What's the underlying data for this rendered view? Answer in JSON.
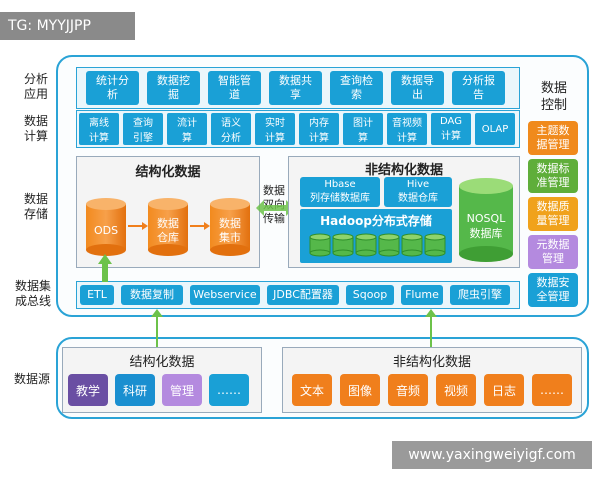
{
  "watermark_top": "TG: MYYJJPP",
  "watermark_bottom": "www.yaxingweiyigf.com",
  "row_labels": {
    "analysis_app": [
      "分析",
      "应用"
    ],
    "data_compute": [
      "数据",
      "计算"
    ],
    "data_storage": [
      "数据",
      "存储"
    ],
    "data_bus": [
      "数据集",
      "成总线"
    ],
    "data_source": "数据源"
  },
  "analysis_apps": [
    [
      "统计分",
      "析"
    ],
    [
      "数据挖",
      "掘"
    ],
    [
      "智能管",
      "道"
    ],
    [
      "数据共",
      "享"
    ],
    [
      "查询检",
      "索"
    ],
    [
      "数据导",
      "出"
    ],
    [
      "分析报",
      "告"
    ]
  ],
  "compute_items": [
    [
      "离线",
      "计算"
    ],
    [
      "查询",
      "引擎"
    ],
    [
      "流计",
      "算"
    ],
    [
      "语义",
      "分析"
    ],
    [
      "实时",
      "计算"
    ],
    [
      "内存",
      "计算"
    ],
    [
      "图计",
      "算"
    ],
    [
      "音视频",
      "计算"
    ],
    [
      "DAG",
      "计算"
    ],
    [
      "OLAP",
      ""
    ]
  ],
  "structured_storage": {
    "title": "结构化数据",
    "cylinders": [
      [
        "ODS",
        ""
      ],
      [
        "数据",
        "仓库"
      ],
      [
        "数据",
        "集市"
      ]
    ]
  },
  "bidirectional": [
    "数据",
    "双向",
    "传输"
  ],
  "unstructured_storage": {
    "title": "非结构化数据",
    "hbase": [
      "Hbase",
      "列存储数据库"
    ],
    "hive": [
      "Hive",
      "数据仓库"
    ],
    "hadoop_title": "Hadoop分布式存储",
    "nosql": [
      "NOSQL",
      "数据库"
    ]
  },
  "control": {
    "title": [
      "数据",
      "控制"
    ],
    "items": [
      {
        "label": [
          "主题数",
          "据管理"
        ],
        "color": "#f08a1c"
      },
      {
        "label": [
          "数据标",
          "准管理"
        ],
        "color": "#5fae3a"
      },
      {
        "label": [
          "数据质",
          "量管理"
        ],
        "color": "#f0a21c"
      },
      {
        "label": [
          "元数据",
          "管理"
        ],
        "color": "#b48adf"
      },
      {
        "label": [
          "数据安",
          "全管理"
        ],
        "color": "#1aa0d6"
      }
    ]
  },
  "bus_items": [
    "ETL",
    "数据复制",
    "Webservice",
    "JDBC配置器",
    "Sqoop",
    "Flume",
    "爬虫引擎"
  ],
  "sources_structured": {
    "title": "结构化数据",
    "items": [
      {
        "label": "教学",
        "color": "#6a4fa3"
      },
      {
        "label": "科研",
        "color": "#1a8fd0"
      },
      {
        "label": "管理",
        "color": "#b48adf"
      },
      {
        "label": "……",
        "color": "#1aa0d6"
      }
    ]
  },
  "sources_unstructured": {
    "title": "非结构化数据",
    "items": [
      "文本",
      "图像",
      "音频",
      "视频",
      "日志",
      "……"
    ],
    "color": "#f07f1c"
  },
  "colors": {
    "accent": "#1aa0d6",
    "frame": "#2aa3d6",
    "arrow": "#6cc24a",
    "cylinder": "#f07f1c",
    "green_cyl": "#55b84a"
  }
}
